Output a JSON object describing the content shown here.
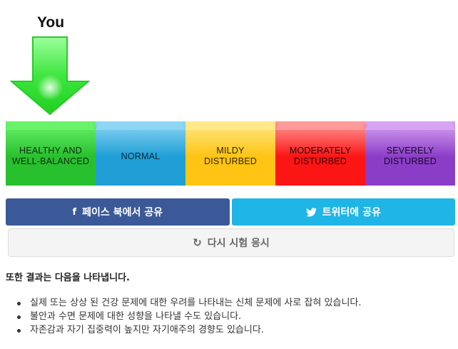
{
  "marker": {
    "label": "You",
    "position_index": 0
  },
  "scale": {
    "segments": [
      {
        "line1": "HEALTHY AND",
        "line2": "WELL-BALANCED",
        "top": "#6af36a",
        "bottom": "#29c02f",
        "text": "#0d2a0d"
      },
      {
        "line1": "NORMAL",
        "line2": "",
        "top": "#8fd6f5",
        "bottom": "#1f9fd6",
        "text": "#0a2633"
      },
      {
        "line1": "MILDY",
        "line2": "DISTURBED",
        "top": "#ffe98a",
        "bottom": "#ffc414",
        "text": "#2f2500"
      },
      {
        "line1": "MODERATELY",
        "line2": "DISTURBED",
        "top": "#ff9a9a",
        "bottom": "#fb1515",
        "text": "#2d0000"
      },
      {
        "line1": "SEVERELY",
        "line2": "DISTURBED",
        "top": "#d9a3f3",
        "bottom": "#8a3ec7",
        "text": "#1b0628"
      }
    ]
  },
  "share": {
    "facebook_icon": "f",
    "facebook_label": "페이스 북에서 공유",
    "facebook_color": "#3b5998",
    "twitter_label": "트위터에 공유",
    "twitter_color": "#1fb5e6"
  },
  "retry": {
    "icon": "↻",
    "label": "다시 시험 응시"
  },
  "results": {
    "intro": "또한 결과는 다음을 나타냅니다.",
    "items": [
      "실제 또는 상상 된 건강 문제에 대한 우려를 나타내는 신체 문제에 사로 잡혀 있습니다.",
      "불안과 수면 문제에 대한 성향을 나타낼 수도 있습니다.",
      "자존감과 자기 집중력이 높지만 자기애주의 경향도 있습니다."
    ]
  }
}
